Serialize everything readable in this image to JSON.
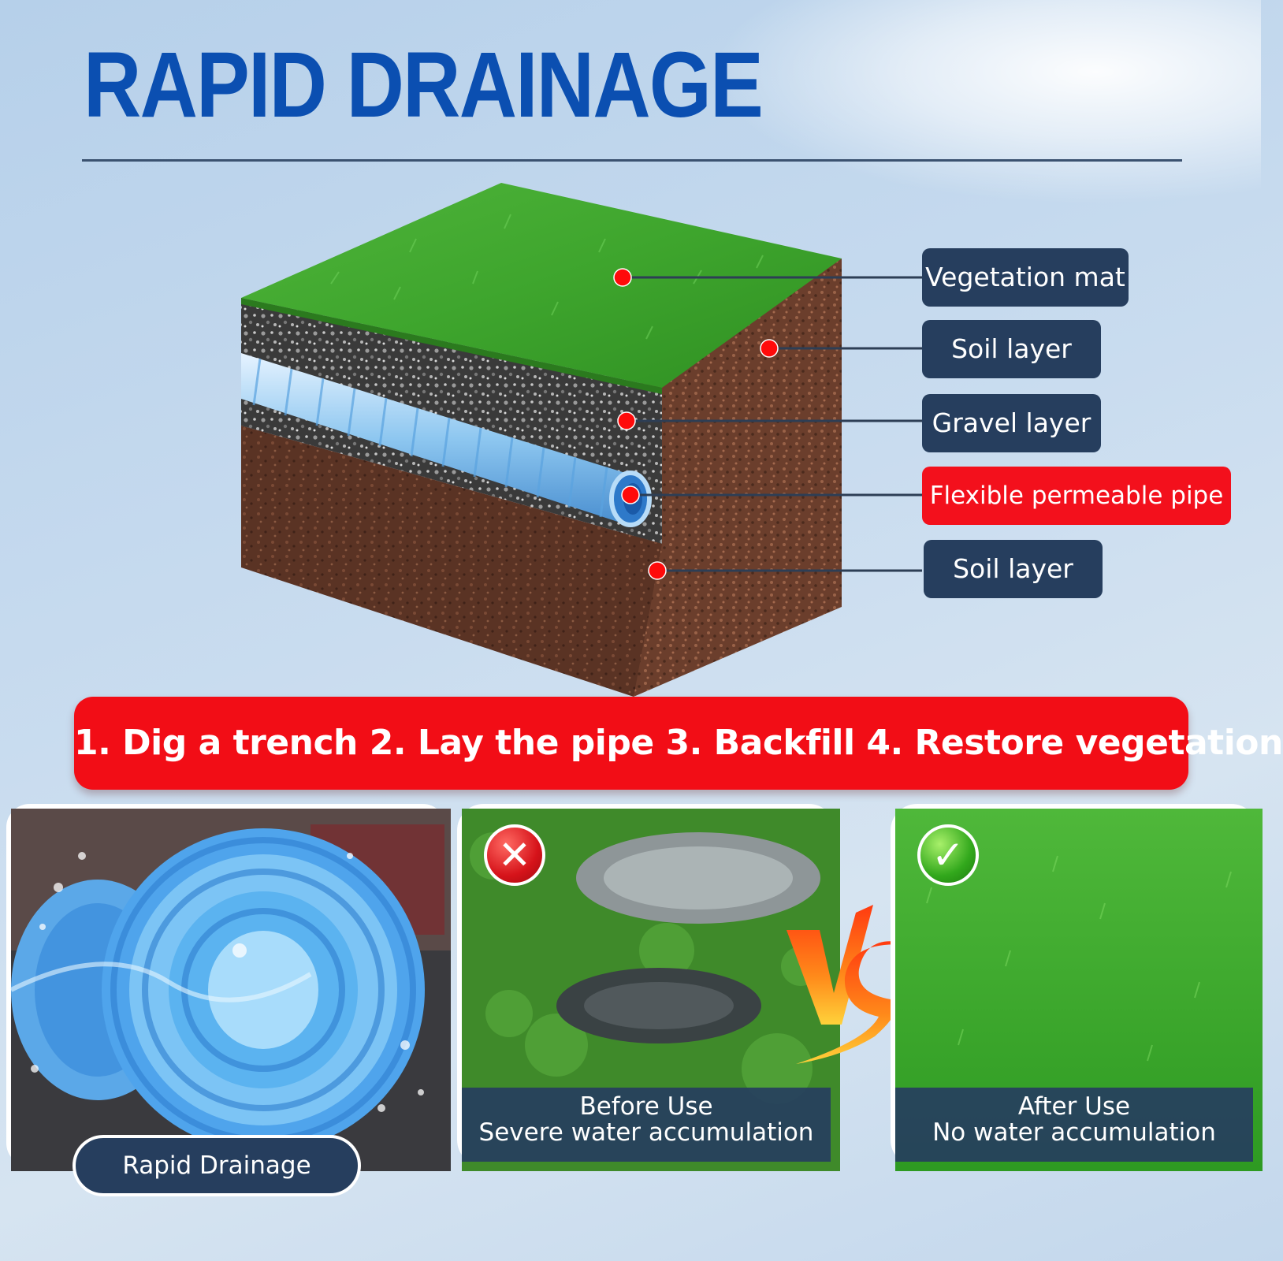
{
  "page": {
    "title": "RAPID DRAINAGE",
    "colors": {
      "title": "#0b4fb1",
      "label_bg": "#263e5e",
      "highlight": "#f3101c",
      "background": "#c9dcef"
    }
  },
  "diagram": {
    "layers": [
      {
        "label": "Vegetation mat",
        "highlight": false
      },
      {
        "label": "Soil layer",
        "highlight": false
      },
      {
        "label": "Gravel layer",
        "highlight": false
      },
      {
        "label": "Flexible permeable pipe",
        "highlight": true
      },
      {
        "label": "Soil layer",
        "highlight": false
      }
    ]
  },
  "steps": {
    "text": "1. Dig a trench 2. Lay the pipe 3. Backfill 4. Restore vegetation"
  },
  "panels": {
    "drainage": {
      "label": "Rapid Drainage",
      "icon": "water-splash-pipe-icon"
    },
    "before": {
      "title": "Before Use",
      "subtitle": "Severe water accumulation",
      "icon": "cross-icon"
    },
    "after": {
      "title": "After Use",
      "subtitle": "No water accumulation",
      "icon": "check-icon"
    },
    "vs": {
      "icon": "vs-icon"
    }
  }
}
